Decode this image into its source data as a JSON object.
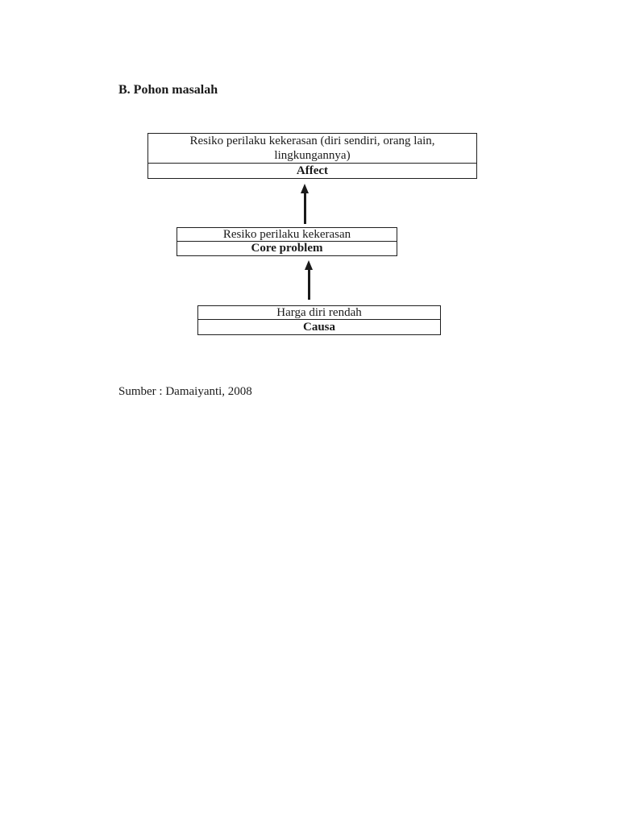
{
  "document": {
    "heading": "B. Pohon masalah",
    "source": "Sumber : Damaiyanti, 2008"
  },
  "diagram": {
    "type": "problem-tree",
    "nodes": [
      {
        "id": "affect",
        "content": "Resiko perilaku kekerasan (diri sendiri, orang lain, lingkungannya)",
        "label": "Affect"
      },
      {
        "id": "core-problem",
        "content": "Resiko perilaku kekerasan",
        "label": "Core problem"
      },
      {
        "id": "causa",
        "content": "Harga diri rendah",
        "label": "Causa"
      }
    ],
    "arrows": [
      {
        "from": "core-problem",
        "to": "affect",
        "direction": "up"
      },
      {
        "from": "causa",
        "to": "core-problem",
        "direction": "up"
      }
    ]
  },
  "colors": {
    "text": "#1a1a1a",
    "border": "#1f1f1f",
    "background": "#ffffff"
  }
}
